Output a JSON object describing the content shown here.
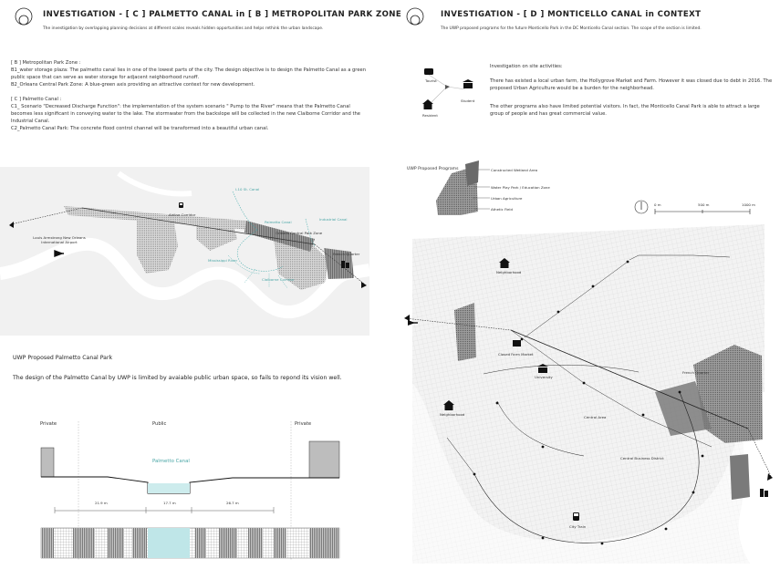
{
  "left": {
    "title": "INVESTIGATION - [ C ] PALMETTO CANAL  in  [ B ] METROPOLITAN PARK ZONE",
    "subtitle": "The investigation by overlapping planning decisions at different scales reveals hidden opportunities and helps rethink the urban landscape.",
    "b_heading": "[ B ]  Metropolitan Park Zone :",
    "b1_a": "B1_water storage plaza:  The palmetto canal lies in one of the lowest parts of the city. The design objective is to design the Palmetto Canal as a green",
    "b1_b": "public space that can serve as water storage for adjacent neighborhood runoff.",
    "b2": "B2_Orleans Central Park Zone:    A  blue-green axis providing an attractive context for new development.",
    "c_heading": "[ C ]  Palmetto Canal :",
    "c1_a": "C1_ Scenario \"Decreased Discharge Function\":       the implementation of the system scenario \" Pump to the River\" means that the Palmetto Canal",
    "c1_b": "becomes less significant in conveying water to the lake. The stormwater from the backslope will be collected in the new Claiborne Corridor and the",
    "c1_c": "Industrial Canal.",
    "c2": "C2_Palmetto Canal Park:   The concrete flood control channel will be transformed into a beautiful urban canal.",
    "map": {
      "airport": "Louis Armstrong New Orleans International Airport",
      "airline": "Airline Corridor",
      "french_quarter": "French Quarter",
      "park_zone": "Orleans Central Park Zone",
      "hwy": "I-10 St. Canal",
      "palmetto": "Palmetto Canal",
      "industrial": "Industrial Canal",
      "mississippi": "Mississippi River",
      "claiborne": "Claiborne Corridor"
    },
    "section_title": "UWP Proposed Palmetto Canal Park",
    "section_text": "The design of the Palmetto Canal by UWP is limited by avaiable public urban space, so fails to repond its vision well.",
    "private_left": "Private",
    "public": "Public",
    "private_right": "Private",
    "canal_label": "Palmetto Canal",
    "dims": [
      "21.9 m",
      "17.7 m",
      "26.7 m"
    ]
  },
  "right": {
    "title": "INVESTIGATION - [ D ] MONTICELLO CANAL in CONTEXT",
    "subtitle": "The UWP proposed programs for the future Monticello Park in the DC Monticello Canal section. The scope of the section is limited.",
    "icons": {
      "tourist": "Tourist",
      "student": "Student",
      "resident": "Resident"
    },
    "site_heading": "Investigation on site activities:",
    "site_p1_a": "There has existed a local urban farm, the Hollygrove Market and Farm. However it was closed due to debt in 2016. The",
    "site_p1_b": "proposed Urban Agriculture would be a burden for the neighborhead.",
    "site_p2_a": "The other programs also have limited potential visitors. In fact, the Monticello Canal Park is able to attract a large",
    "site_p2_b": "group of people and has great commercial value.",
    "programs_title": "UWP Proposed Programs",
    "programs": [
      "Constructed Wetland Area",
      "Water Play Park / Education Zone",
      "Urban Agriculture",
      "Athetic Field"
    ],
    "scale": [
      "0 m",
      "500 m",
      "1000 m"
    ],
    "places": {
      "neighborhood1": "Neighborhood",
      "closed_farm": "Closed Farm Market",
      "university": "University",
      "neighborhood2": "Neighborhood",
      "central_area": "Central Area",
      "french_quarter": "French Quarter",
      "cbd": "Central Business District",
      "city_train": "City Train"
    }
  }
}
